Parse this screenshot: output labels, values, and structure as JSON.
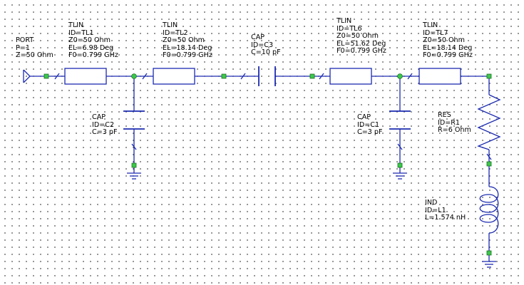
{
  "schematic": {
    "port": {
      "type": "PORT",
      "params": [
        "P=1",
        "Z=50 Ohm"
      ]
    },
    "tl1": {
      "type": "TLIN",
      "params": [
        "ID=TL1",
        "Z0=50 Ohm",
        "EL=6.98 Deg",
        "F0=0.799 GHz"
      ]
    },
    "tl2": {
      "type": "TLIN",
      "params": [
        "ID=TL2",
        "Z0=50 Ohm",
        "EL=18.14 Deg",
        "F0=0.799 GHz"
      ]
    },
    "c3": {
      "type": "CAP",
      "params": [
        "ID=C3",
        "C=10 pF"
      ]
    },
    "tl6": {
      "type": "TLIN",
      "params": [
        "ID=TL6",
        "Z0=50 Ohm",
        "EL=51.62 Deg",
        "F0=0.799 GHz"
      ]
    },
    "tl7": {
      "type": "TLIN",
      "params": [
        "ID=TL7",
        "Z0=50 Ohm",
        "EL=18.14 Deg",
        "F0=0.799 GHz"
      ]
    },
    "c2": {
      "type": "CAP",
      "params": [
        "ID=C2",
        "C=3 pF"
      ]
    },
    "c1": {
      "type": "CAP",
      "params": [
        "ID=C1",
        "C=3 pF"
      ]
    },
    "r1": {
      "type": "RES",
      "params": [
        "ID=R1",
        "R=6 Ohm"
      ]
    },
    "l1": {
      "type": "IND",
      "params": [
        "ID=L1",
        "L=1.574 nH"
      ]
    }
  }
}
